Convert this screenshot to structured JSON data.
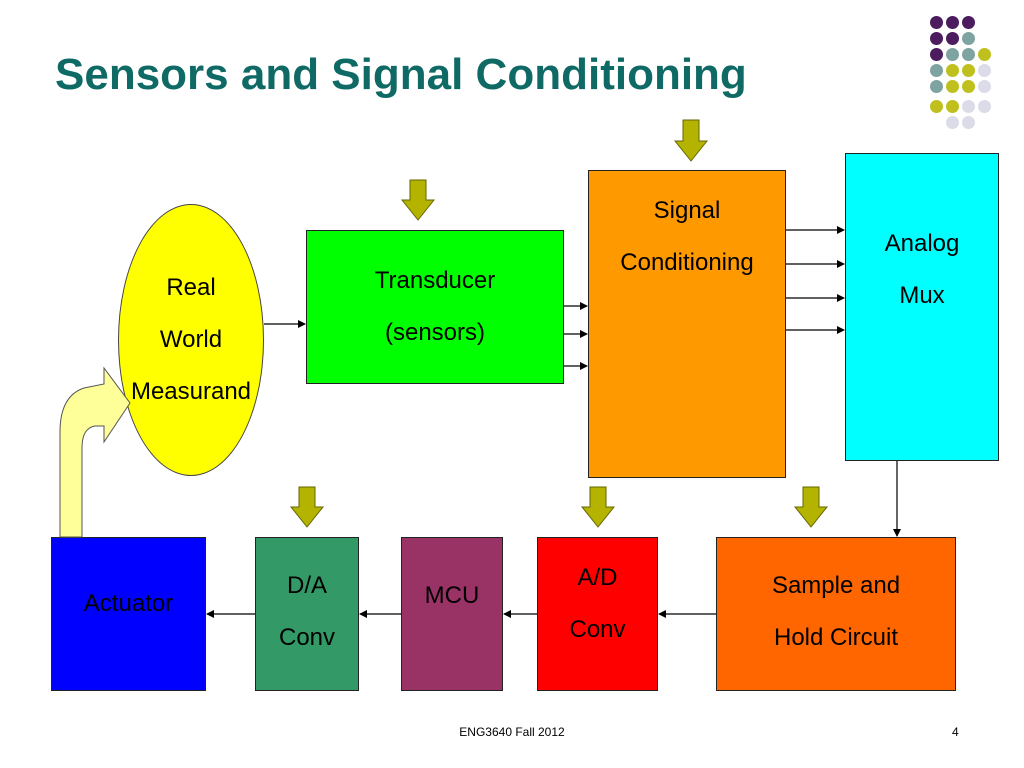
{
  "title": "Sensors and Signal Conditioning",
  "blocks": {
    "real_world": {
      "line1": "Real",
      "line2": "World",
      "line3": "Measurand"
    },
    "transducer": {
      "line1": "Transducer",
      "line2": "(sensors)"
    },
    "signal_conditioning": {
      "line1": "Signal",
      "line2": "Conditioning"
    },
    "analog_mux": {
      "line1": "Analog",
      "line2": "Mux"
    },
    "sample_hold": {
      "line1": "Sample and",
      "line2": "Hold Circuit"
    },
    "ad_conv": {
      "line1": "A/D",
      "line2": "Conv"
    },
    "mcu": {
      "line1": "MCU"
    },
    "da_conv": {
      "line1": "D/A",
      "line2": "Conv"
    },
    "actuator": {
      "line1": "Actuator"
    }
  },
  "colors": {
    "title": "#0f6a66",
    "real_world": "#ffff00",
    "transducer": "#00ff00",
    "signal_conditioning": "#ff9900",
    "analog_mux": "#00ffff",
    "sample_hold": "#ff6600",
    "ad_conv": "#ff0000",
    "mcu": "#993366",
    "da_conv": "#339966",
    "actuator": "#0000ff",
    "input_arrow": "#b3b300",
    "feedback_arrow": "#ffff99"
  },
  "footer": {
    "text": "ENG3640 Fall 2012",
    "page": "4"
  }
}
